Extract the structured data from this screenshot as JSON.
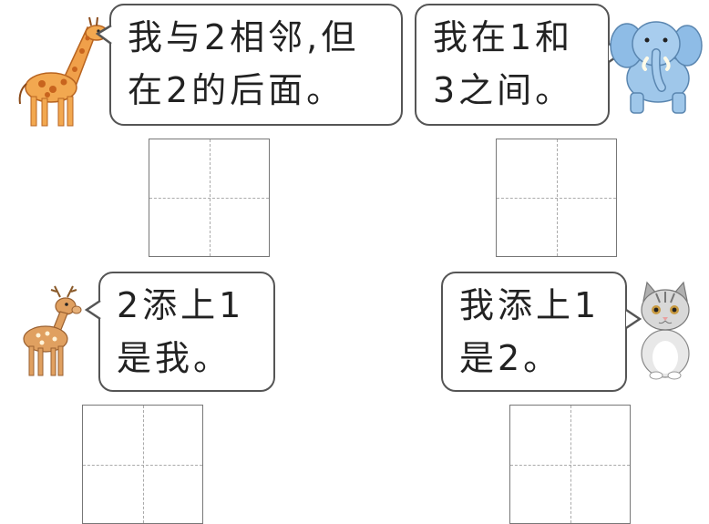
{
  "giraffe": {
    "icon": "giraffe-icon",
    "line1": "我与2相邻,但",
    "line2": "在2的后面。"
  },
  "elephant": {
    "icon": "elephant-icon",
    "line1": "我在1和",
    "line2": "3之间。"
  },
  "deer": {
    "icon": "deer-icon",
    "line1": "2添上1",
    "line2": "是我。"
  },
  "cat": {
    "icon": "cat-icon",
    "line1": "我添上1",
    "line2": "是2。"
  }
}
